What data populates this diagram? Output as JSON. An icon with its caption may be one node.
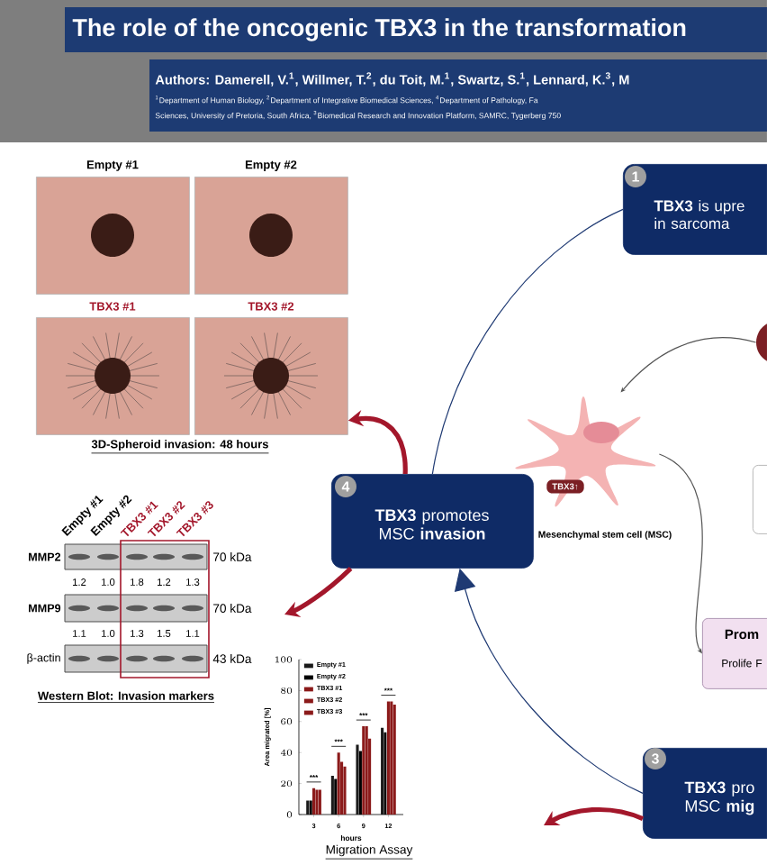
{
  "diagram": {
    "title": "The role of the oncogenic TBX3 in the transformation",
    "nodes": [
      {
        "text": [
          "1",
          "**TBX3** is upre in sarcoma"
        ]
      },
      {
        "text": [
          "4",
          "**TBX3** promotes MSC **invasion**"
        ]
      },
      {
        "text": [
          "3",
          "**TBX3** pro MSC **mig**"
        ]
      },
      {
        "text": [
          "Prom",
          "Prolife F"
        ]
      },
      {
        "text": [],
        "shape": "picture"
      },
      {
        "text": [
          "TBX3↑"
        ],
        "in": 4
      },
      {
        "text": [],
        "shape": "box"
      },
      {
        "text": [],
        "shape": "circle"
      },
      {
        "text": [
          "Empty #1"
        ]
      },
      {
        "text": [
          "Empty #2"
        ]
      },
      {
        "text": [
          "TBX3 #1"
        ]
      },
      {
        "text": [
          "TBX3 #2"
        ]
      }
    ],
    "edges": [
      {
        "from": 0,
        "to": 1,
        "arrow": "none",
        "color": "#1f3a73"
      },
      {
        "from": 2,
        "to": 1,
        "arrow": "to",
        "color": "#1f3a73"
      },
      {
        "from": 7,
        "to": 4,
        "arrow": "to",
        "color": "#555555"
      },
      {
        "from": 4,
        "to": 3,
        "arrow": "to",
        "color": "#555555"
      },
      {
        "from": 1,
        "to": 11,
        "arrow": "to",
        "style": "thick",
        "color": "#a3172b"
      },
      {
        "from": 1,
        "to": null,
        "arrow": "to",
        "style": "thick",
        "color": "#a3172b"
      },
      {
        "from": 2,
        "to": null,
        "arrow": "to",
        "style": "thick",
        "color": "#a3172b"
      }
    ],
    "labels": [
      "Authors: Damerell, V.$^{1}$, Willmer, T.$^{2}$, du Toit, M.$^{1}$, Swartz, S.$^{1}$, Lennard, K.$^{3}$, M",
      "$^{1}$Department of Human Biology, $^{2}$Department of Integrative Biomedical Sciences, $^{4}$Department of Pathology, Fa",
      "Sciences, University of Pretoria, South Africa, $^{3}$Biomedical Research and Innovation Platform, SAMRC, Tygerberg 750",
      "3D-Spheroid invasion: 48 hours",
      "Mesenchymal stem cell (MSC)",
      "Empty #1",
      "Empty #2",
      "TBX3 #1",
      "TBX3 #2",
      "TBX3 #3",
      "MMP2",
      "70 kDa",
      "1.2",
      "1.0",
      "1.8",
      "1.2",
      "1.3",
      "MMP9",
      "70 kDa",
      "1.1",
      "1.0",
      "1.3",
      "1.5",
      "1.1",
      "β-actin",
      "43 kDa",
      "Western Blot: Invasion markers",
      "Migration Assay"
    ],
    "chart_data": {
      "type": "bar",
      "xlabel": "hours",
      "ylabel": "Area migrated [%]",
      "categories": [
        "3",
        "6",
        "9",
        "12"
      ],
      "series": [
        {
          "name": "Empty #1",
          "color": "#1a1a1a",
          "values": [
            9,
            25,
            45,
            56
          ]
        },
        {
          "name": "Empty #2",
          "color": "#000000",
          "values": [
            9,
            23,
            41,
            53
          ]
        },
        {
          "name": "TBX3 #1",
          "color": "#8b1a1a",
          "values": [
            17,
            40,
            57,
            73
          ]
        },
        {
          "name": "TBX3 #2",
          "color": "#8b1a1a",
          "values": [
            16,
            34,
            57,
            73
          ]
        },
        {
          "name": "TBX3 #3",
          "color": "#8b1a1a",
          "values": [
            16,
            31,
            49,
            71
          ]
        }
      ],
      "ylim": [
        0,
        100
      ],
      "yticks": [
        0,
        20,
        40,
        60,
        80,
        100
      ],
      "legend": "upper left",
      "annotations": [
        "***",
        "***",
        "***",
        "***"
      ]
    }
  }
}
